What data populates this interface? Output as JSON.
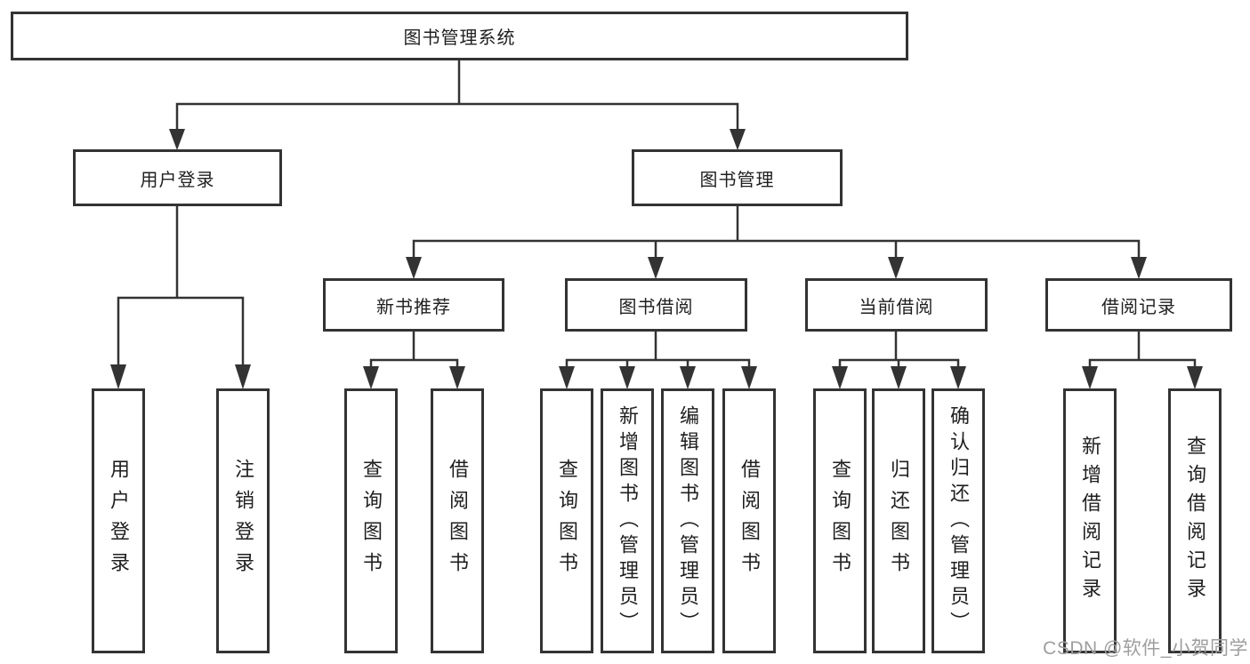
{
  "diagram": {
    "root": {
      "label": "图书管理系统"
    },
    "level2": [
      {
        "label": "用户登录"
      },
      {
        "label": "图书管理"
      }
    ],
    "level3": [
      {
        "label": "新书推荐"
      },
      {
        "label": "图书借阅"
      },
      {
        "label": "当前借阅"
      },
      {
        "label": "借阅记录"
      }
    ],
    "leaves": [
      {
        "label": "用户登录"
      },
      {
        "label": "注销登录"
      },
      {
        "label": "查询图书"
      },
      {
        "label": "借阅图书"
      },
      {
        "label": "查询图书"
      },
      {
        "label": "新增图书（管理员）"
      },
      {
        "label": "编辑图书（管理员）"
      },
      {
        "label": "借阅图书"
      },
      {
        "label": "查询图书"
      },
      {
        "label": "归还图书"
      },
      {
        "label": "确认归还（管理员）"
      },
      {
        "label": "新增借阅记录"
      },
      {
        "label": "查询借阅记录"
      }
    ]
  },
  "watermark": {
    "text": "CSDN @软件_小贺同学"
  },
  "colors": {
    "line": "#333333",
    "box_border": "#333333",
    "text": "#1f1f1f",
    "watermark": "#9e9e9e",
    "background": "#ffffff"
  }
}
